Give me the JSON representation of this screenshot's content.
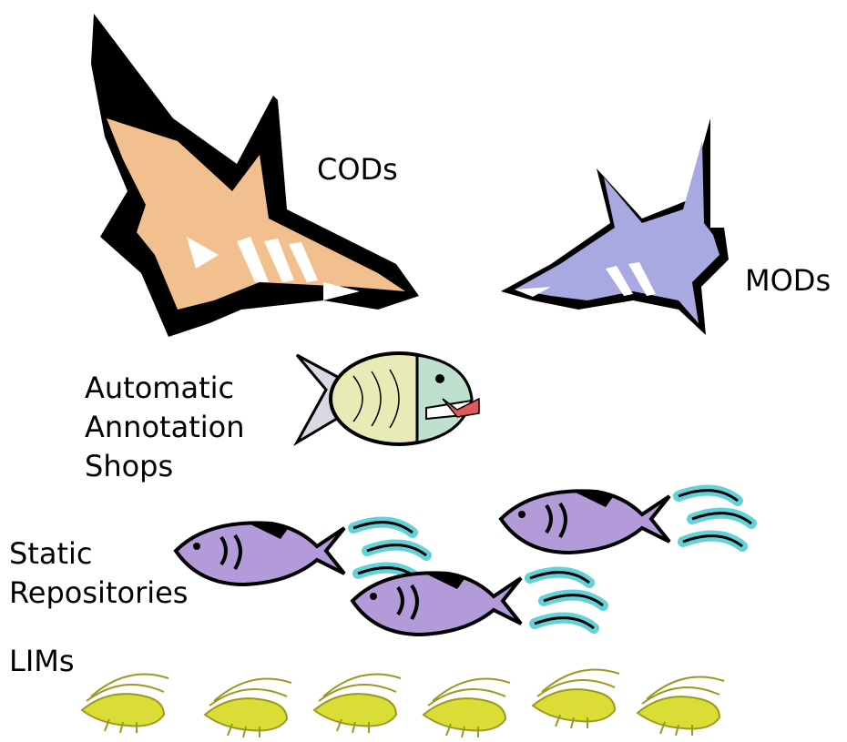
{
  "labels": {
    "cods": "CODs",
    "mods": "MODs",
    "automatic_line1": "Automatic",
    "automatic_line2": "Annotation",
    "automatic_line3": "Shops",
    "static_line1": "Static",
    "static_line2": "Repositories",
    "lims": "LIMs"
  },
  "icons": {
    "big_shark": "shark-icon",
    "small_shark": "shark-icon",
    "piranha": "piranha-eating-fish-icon",
    "fish": "fish-icon",
    "shrimp": "shrimp-icon"
  },
  "colors": {
    "big_shark_fill": "#F2C08F",
    "small_shark_fill": "#A8A9E0",
    "piranha_body": "#E8EBB6",
    "piranha_head": "#BFE0CC",
    "fish_fill": "#B39AD9",
    "water": "#63D1D8",
    "shrimp": "#D9DD35"
  }
}
